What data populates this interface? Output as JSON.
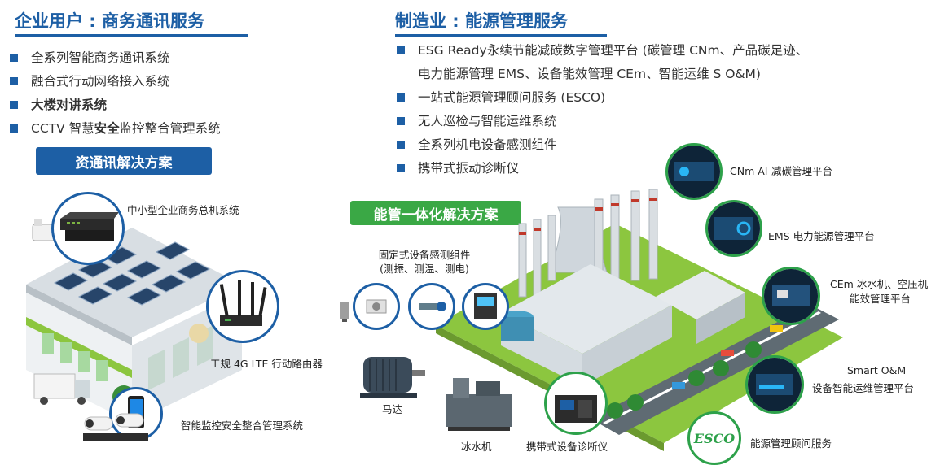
{
  "left": {
    "heading": "企业用户 : 商务通讯服务",
    "bullets": [
      {
        "pre": "全系列智能商务通讯系统",
        "bold": "",
        "post": ""
      },
      {
        "pre": "融合式行动网络接入系统",
        "bold": "",
        "post": ""
      },
      {
        "pre": "",
        "bold": "大楼对讲系统",
        "post": ""
      },
      {
        "pre": "CCTV 智慧",
        "bold": "安全",
        "post": "监控整合管理系统"
      }
    ],
    "badge": "资通讯解决方案",
    "labels": {
      "pbx": "中小型企业商务总机系统",
      "router": "工规 4G LTE 行动路由器",
      "cctv": "智能监控安全整合管理系统"
    }
  },
  "right": {
    "heading": "制造业 : 能源管理服务",
    "bullets": [
      "ESG Ready永续节能减碳数字管理平台 (碳管理 CNm、产品碳足迹、",
      "一站式能源管理顾问服务 (ESCO)",
      "无人巡检与智能运维系统",
      "全系列机电设备感测组件",
      "携带式振动诊断仪"
    ],
    "bullet1_cont": "电力能源管理 EMS、设备能效管理 CEm、智能运维 S O&M)",
    "badge": "能管一体化解决方案",
    "sensor_label_1": "固定式设备感测组件",
    "sensor_label_2": "(测振、测温、测电)",
    "motor_label": "马达",
    "chiller_label": "冰水机",
    "portable_label": "携带式设备诊断仪",
    "platforms": [
      {
        "line1": "CNm AI-减碳管理平台",
        "line2": ""
      },
      {
        "line1": "EMS 电力能源管理平台",
        "line2": ""
      },
      {
        "line1": "CEm 冰水机、空压机",
        "line2": "能效管理平台"
      },
      {
        "line1": "Smart O&M",
        "line2": "设备智能运维管理平台"
      }
    ],
    "esco_logo": "ESCO",
    "esco_label": "能源管理顾问服务"
  },
  "colors": {
    "brand_blue": "#1d5fa5",
    "green": "#2da14a",
    "badge_green": "#3aa845"
  }
}
